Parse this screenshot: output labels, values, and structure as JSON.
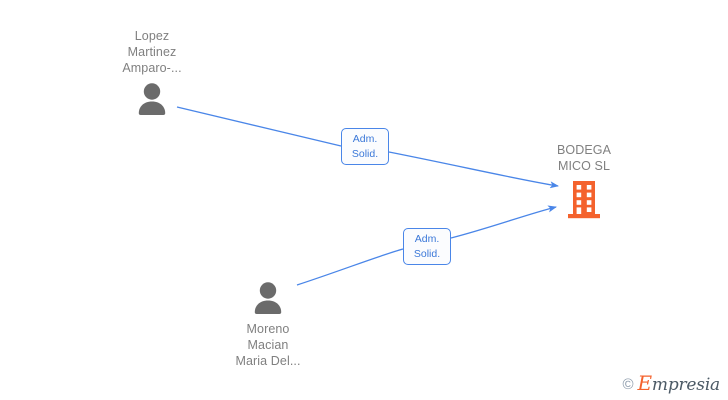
{
  "graph": {
    "nodes": [
      {
        "id": "lopez",
        "type": "person",
        "icon": "person-icon",
        "label": "Lopez\nMartinez\nAmparo-..."
      },
      {
        "id": "moreno",
        "type": "person",
        "icon": "person-icon",
        "label": "Moreno\nMacian\nMaria Del..."
      },
      {
        "id": "bodega",
        "type": "company",
        "icon": "building-icon",
        "label": "BODEGA\nMICO  SL"
      }
    ],
    "edges": [
      {
        "id": "edge-1",
        "from": "lopez",
        "to": "bodega",
        "label": "Adm.\nSolid.",
        "arrow": true
      },
      {
        "id": "edge-2",
        "from": "moreno",
        "to": "bodega",
        "label": "Adm.\nSolid.",
        "arrow": true
      }
    ]
  },
  "watermark": {
    "copyright": "©",
    "initial": "E",
    "rest": "mpresia"
  },
  "colors": {
    "edge": "#4a86e8",
    "edge_label_text": "#3b78d8",
    "node_text": "#808080",
    "person_icon": "#6b6b6b",
    "company_icon": "#f4622d",
    "background": "#ffffff"
  }
}
